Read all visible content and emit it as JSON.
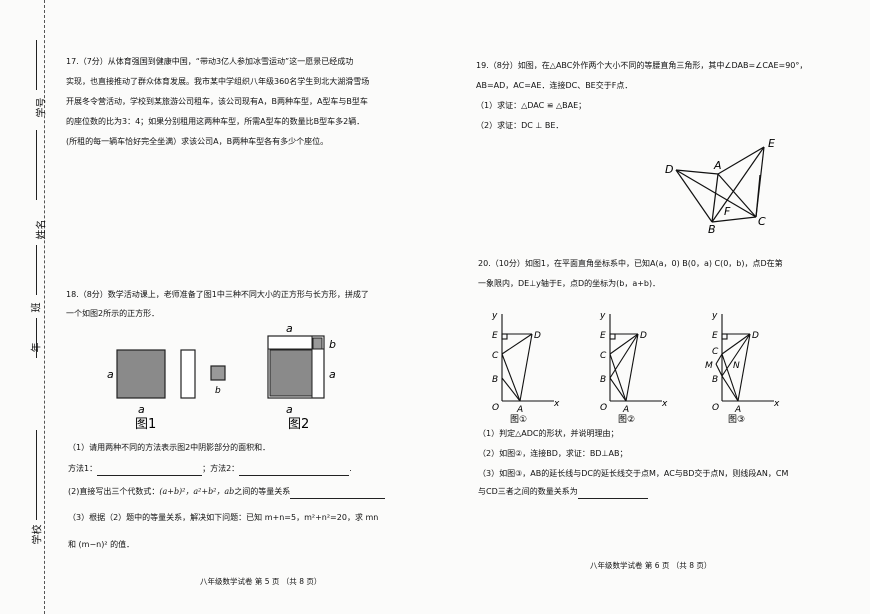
{
  "sidebar": {
    "xuehao": "学号",
    "xingming": "姓名",
    "ban": "班",
    "nian": "年",
    "xuexiao": "学校"
  },
  "left": {
    "q17": {
      "line1": "17.（7分）从体育强国到健康中国，“带动3亿人参加冰雪运动”这一愿景已经成功",
      "line2": "实现，也直接推动了群众体育发展。我市某中学组织八年级360名学生到北大湖滑雪场",
      "line3": "开展冬令营活动，学校到某旅游公司租车，该公司现有A，B两种车型，A型车与B型车",
      "line4": "的座位数的比为3：4；如果分别租用这两种车型，所需A型车的数量比B型车多2辆．",
      "line5": "(所租的每一辆车恰好完全坐满）求该公司A，B两种车型各有多少个座位。"
    },
    "q18": {
      "line1": "18.（8分）数学活动课上，老师准备了图1中三种不同大小的正方形与长方形，拼成了",
      "line2": "一个如图2所示的正方形．",
      "fig1_caption": "图1",
      "fig2_caption": "图2",
      "lbl_a": "a",
      "lbl_b": "b",
      "sub1": "（1）请用两种不同的方法表示图2中阴影部分的面积和．",
      "method1": "方法1：",
      "method2": "；方法2：",
      "sub2a": "(2)直接写出三个代数式：",
      "sub2b": "(a+b)²，a²+b²，ab",
      "sub2c": "之间的等量关系",
      "sub3a": "（3）根据（2）题中的等量关系，解决如下问题：已知 m+n=5，m²+n²=20，求 mn",
      "sub3b": "和 (m−n)² 的值．"
    },
    "footer": "八年级数学试卷 第 5 页 （共 8 页）"
  },
  "right": {
    "q19": {
      "line1": "19.（8分）如图，在△ABC外作两个大小不同的等腰直角三角形，其中∠DAB=∠CAE=90°，",
      "line2": "AB=AD，AC=AE．连接DC、BE交于F点．",
      "sub1": "（1）求证：△DAC ≌ △BAE；",
      "sub2": "（2）求证：DC ⊥ BE．",
      "pts": {
        "D": "D",
        "A": "A",
        "E": "E",
        "F": "F",
        "B": "B",
        "C": "C"
      }
    },
    "q20": {
      "line1": "20.（10分）如图1，在平面直角坐标系中，已知A(a，0)  B(0，a)  C(0，b)，点D在第",
      "line2": "一象限内，DE⊥y轴于E，点D的坐标为(b，a+b)．",
      "cap1": "图①",
      "cap2": "图②",
      "cap3": "图③",
      "sub1": "（1）判定△ADC的形状，并说明理由；",
      "sub2": "（2）如图②，连接BD，求证：BD⊥AB；",
      "sub3a": "（3）如图③，AB的延长线与DC的延长线交于点M，AC与BD交于点N，则线段AN，CM",
      "sub3b": "与CD三者之间的数量关系为",
      "axis": {
        "x": "x",
        "y": "y",
        "O": "O",
        "A": "A",
        "B": "B",
        "C": "C",
        "D": "D",
        "E": "E",
        "M": "M",
        "N": "N"
      }
    },
    "footer": "八年级数学试卷 第 6 页 （共 8 页）"
  }
}
